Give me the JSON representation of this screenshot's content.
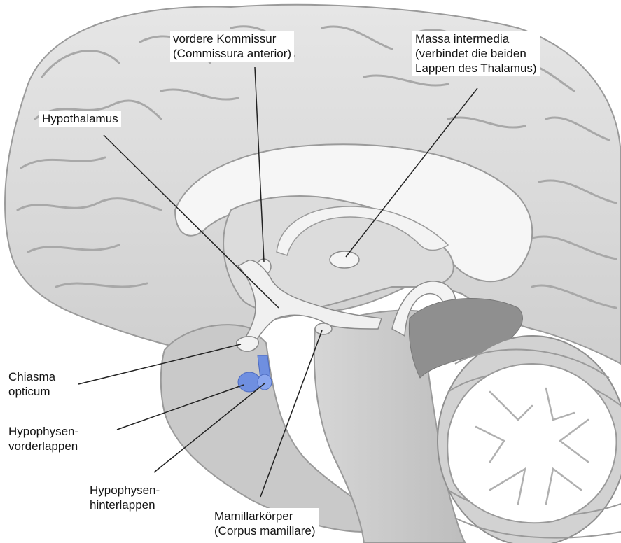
{
  "labels": {
    "vordere_kommissur": {
      "line1": "vordere Kommissur",
      "line2": "(Commissura anterior)"
    },
    "massa_intermedia": {
      "line1": "Massa intermedia",
      "line2": "(verbindet die beiden",
      "line3": "Lappen des Thalamus)"
    },
    "hypothalamus": {
      "line1": "Hypothalamus"
    },
    "chiasma_opticum": {
      "line1": "Chiasma",
      "line2": "opticum"
    },
    "hypophysen_vorderlappen": {
      "line1": "Hypophysen-",
      "line2": "vorderlappen"
    },
    "hypophysen_hinterlappen": {
      "line1": "Hypophysen-",
      "line2": "hinterlappen"
    },
    "mamillarkoerper": {
      "line1": "Mamillarkörper",
      "line2": "(Corpus mamillare)"
    }
  },
  "colors": {
    "highlight_pituitary": "#6f8fe0",
    "brain_fill": "#d9d9d9",
    "ventricle_fill": "#f3f3f3",
    "leader_line": "#222222"
  }
}
